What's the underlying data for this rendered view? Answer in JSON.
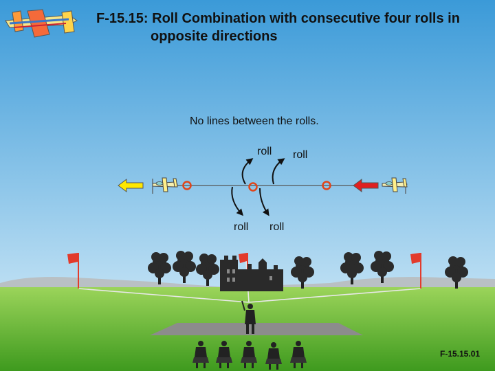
{
  "title": {
    "line1": "F-15.15: Roll Combination with consecutive four rolls in",
    "line2": "opposite directions"
  },
  "note": "No lines between the rolls.",
  "roll_labels": [
    "roll",
    "roll",
    "roll",
    "roll"
  ],
  "figure_code": "F-15.15.01",
  "colors": {
    "sky_top": "#3b9ad8",
    "sky_bottom": "#d6eaf6",
    "grass": "#6fbe2e",
    "flag": "#e23b2c",
    "marker": "#e0451a",
    "arrow_yellow": "#ffe800",
    "arrow_red": "#e02020"
  },
  "icons": [
    "aerobatic-plane-logo",
    "plane-icon",
    "flag-icon",
    "tree-icon",
    "castle-icon",
    "pilot-icon",
    "spectator-icon"
  ]
}
